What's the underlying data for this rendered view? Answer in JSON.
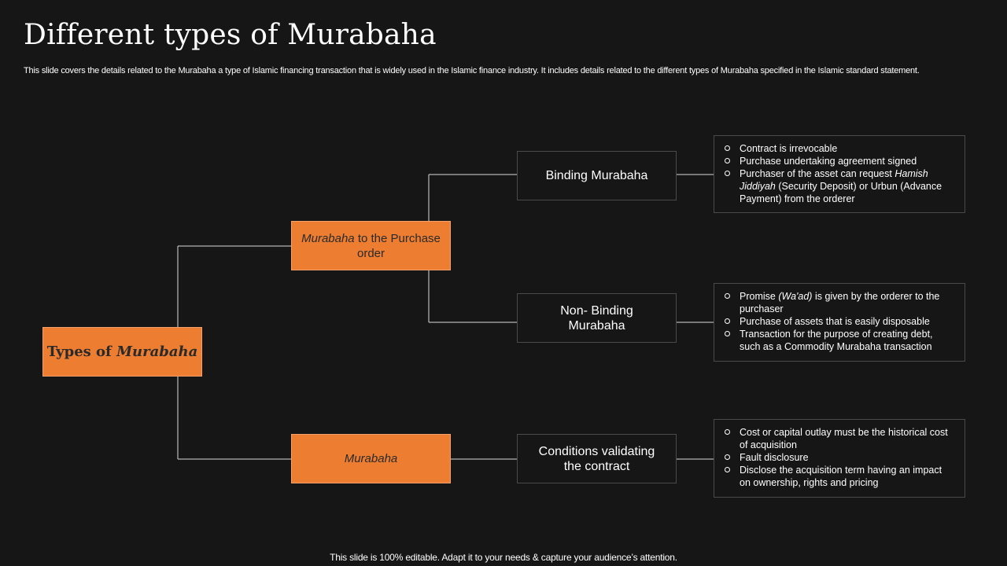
{
  "slide": {
    "title": "Different types of Murabaha",
    "subtitle": "This slide covers the details related to the Murabaha a type of Islamic financing transaction that is widely used in the Islamic finance industry. It includes details related to the different types of Murabaha specified in the Islamic standard statement.",
    "footer": "This slide is 100% editable. Adapt it to your needs & capture your audience’s attention."
  },
  "diagram": {
    "root": {
      "label_prefix": "Types of ",
      "label_italic": "Murabaha"
    },
    "level1": {
      "purchase_order": {
        "label_italic": "Murabaha",
        "label_rest": " to the Purchase order"
      },
      "murabaha": {
        "label_italic": "Murabaha"
      }
    },
    "level2": {
      "binding": {
        "label": "Binding Murabaha"
      },
      "non_binding": {
        "label": "Non- Binding Murabaha"
      },
      "conditions": {
        "label": "Conditions validating the contract"
      }
    },
    "details": {
      "binding": [
        {
          "text": "Contract is irrevocable"
        },
        {
          "text": "Purchase undertaking agreement signed"
        },
        {
          "before": "Purchaser of the asset can request ",
          "italic": "Hamish Jiddiyah",
          "after": " (Security Deposit) or Urbun (Advance Payment) from the orderer"
        }
      ],
      "non_binding": [
        {
          "before": "Promise ",
          "italic": "(Wa'ad)",
          "after": " is given by the orderer to the purchaser"
        },
        {
          "text": "Purchase of assets that is easily disposable"
        },
        {
          "text": "Transaction for the purpose of creating debt, such as a Commodity Murabaha transaction"
        }
      ],
      "conditions": [
        {
          "text": "Cost or capital outlay must be the historical cost of acquisition"
        },
        {
          "text": "Fault disclosure"
        },
        {
          "text": "Disclose the acquisition term having an impact on ownership, rights and pricing"
        }
      ]
    }
  },
  "colors": {
    "background": "#161616",
    "accent_orange": "#ed7d31",
    "box_border": "#4a4a4a",
    "connector": "#d9d9d9"
  },
  "icons": {
    "bullet": "hollow-circle-bullet-icon"
  }
}
